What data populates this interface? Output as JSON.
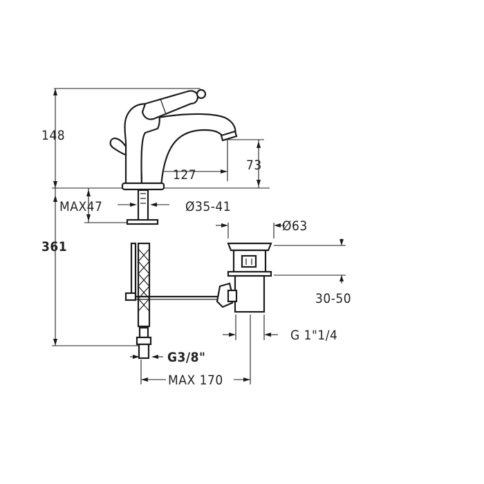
{
  "labels": {
    "height_total": "148",
    "spout_height": "73",
    "spout_reach": "127",
    "max_thickness": "MAX47",
    "hole_diameter": "Ø35-41",
    "overall_height": "361",
    "drain_diameter": "Ø63",
    "drain_adjust": "30-50",
    "drain_thread": "G 1\"1/4",
    "inlet_thread": "G3/8\"",
    "max_reach": "MAX 170"
  }
}
